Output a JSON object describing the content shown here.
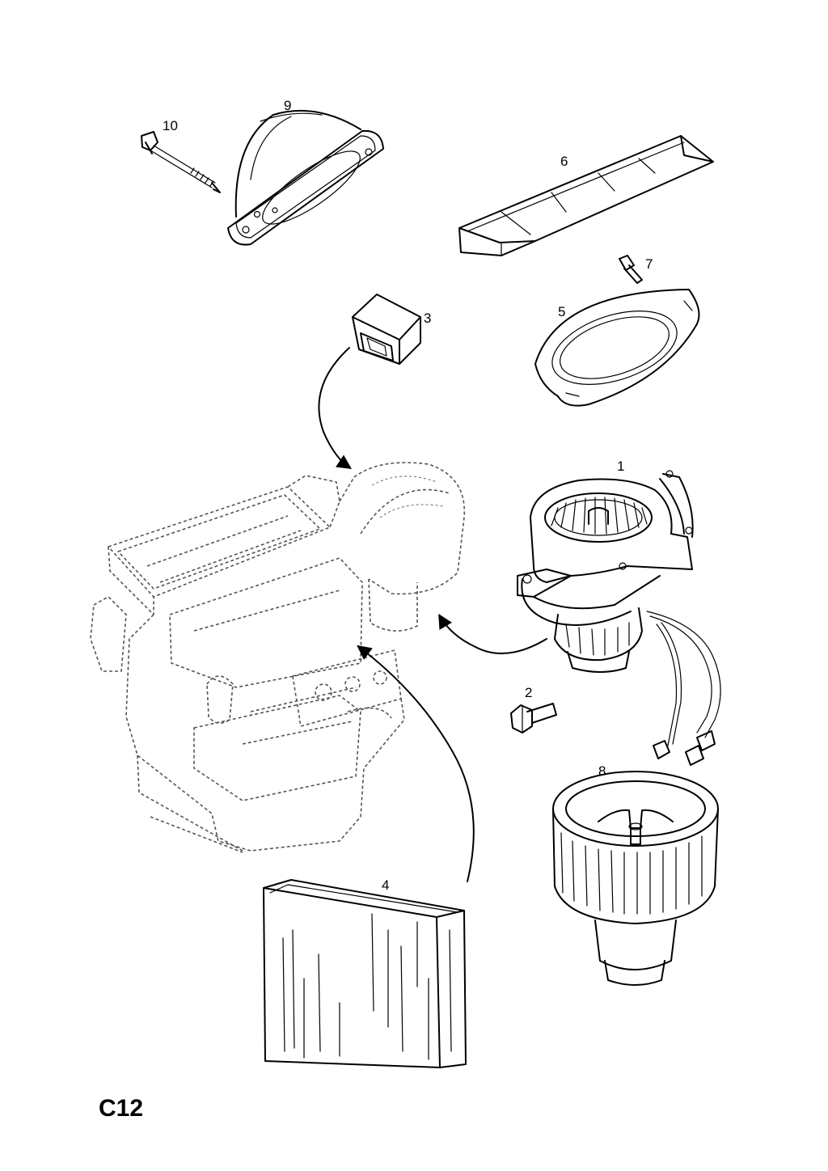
{
  "page_code": "C12",
  "callouts": {
    "p1": "1",
    "p2": "2",
    "p3": "3",
    "p4": "4",
    "p5": "5",
    "p6": "6",
    "p7": "7",
    "p8": "8",
    "p9": "9",
    "p10": "10"
  },
  "colors": {
    "line": "#000000",
    "ghost_line": "#555555",
    "background": "#ffffff"
  }
}
